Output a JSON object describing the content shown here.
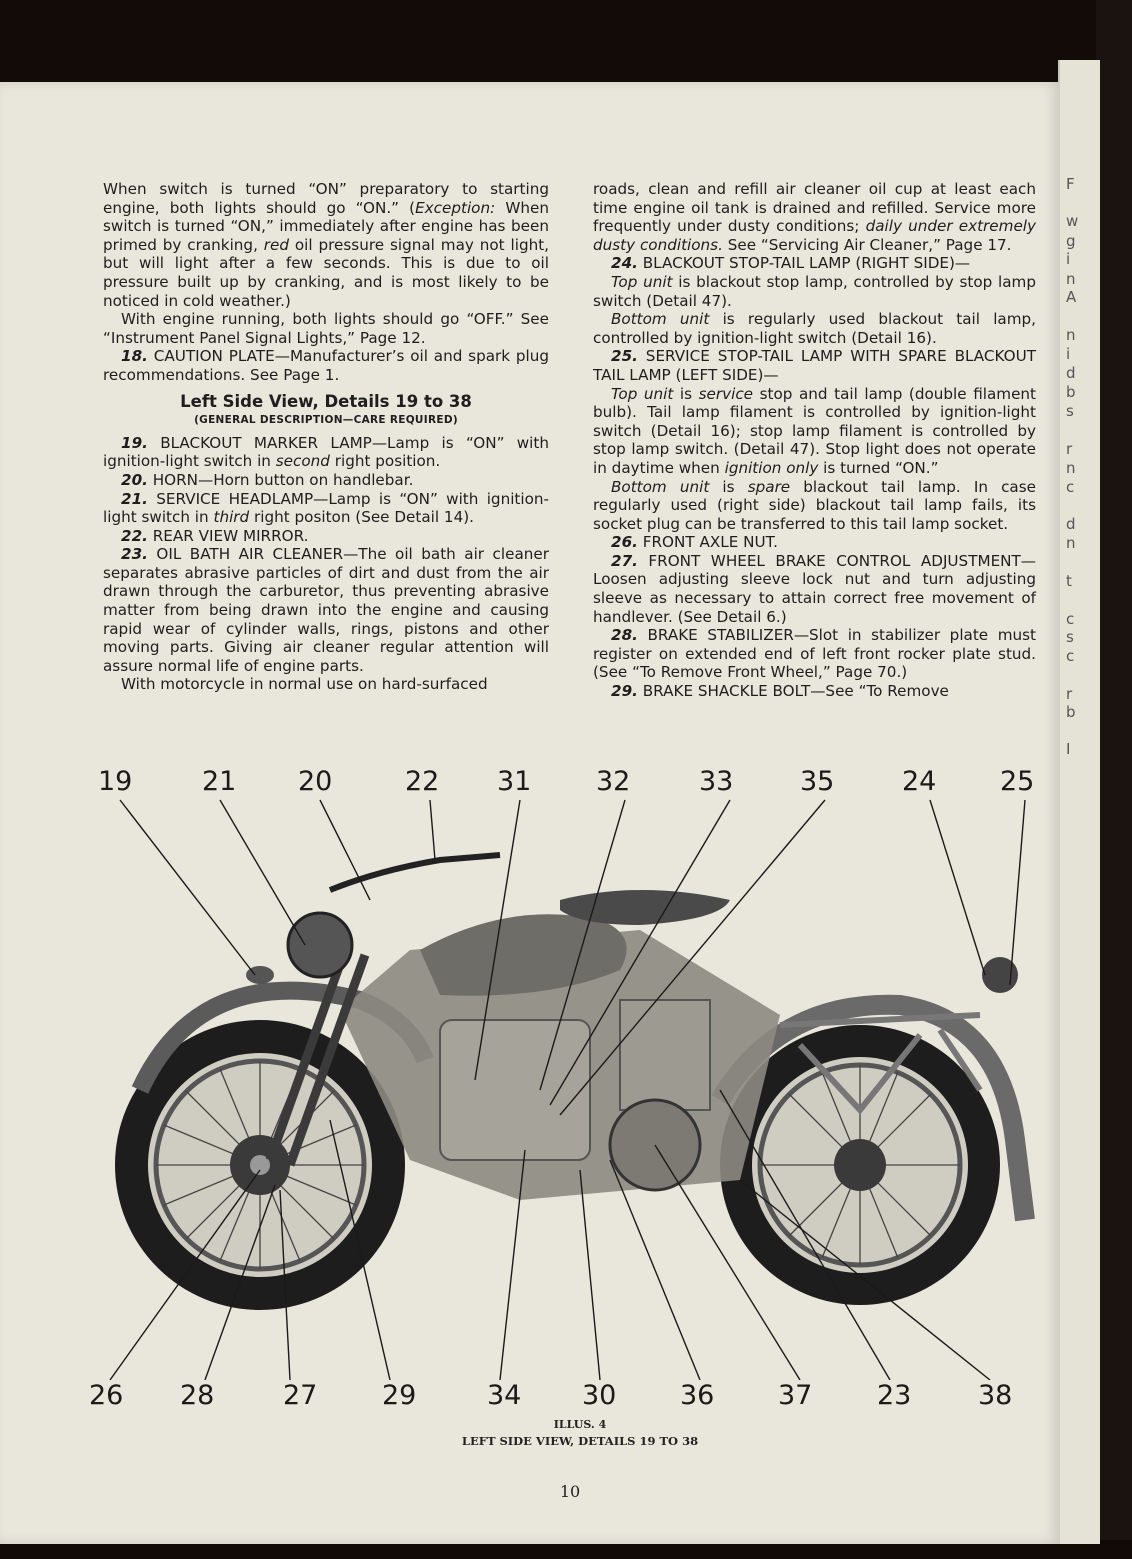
{
  "left_column": {
    "p1": "When switch is turned “ON” preparatory to starting engine, both lights should go “ON.” (",
    "p1_exc": "Exception:",
    "p1b": " When switch is turned “ON,” immediately after engine has been primed by cranking, ",
    "p1_red": "red",
    "p1c": " oil pressure signal may not light, but will light after a few seconds. This is due to oil pressure built up by cranking, and is most likely to be noticed in cold weather.)",
    "p2": "With engine running, both lights should go “OFF.” See “Instrument Panel Signal Lights,” Page 12.",
    "d18_num": "18.",
    "d18": " CAUTION PLATE—Manufacturer’s oil and spark plug recommendations. See Page 1.",
    "heading": "Left Side View, Details 19 to 38",
    "subheading": "(GENERAL DESCRIPTION—CARE REQUIRED)",
    "d19_num": "19.",
    "d19a": " BLACKOUT MARKER LAMP—Lamp is “ON” with ignition-light switch in ",
    "d19_em": "second",
    "d19b": " right position.",
    "d20_num": "20.",
    "d20": " HORN—Horn button on handlebar.",
    "d21_num": "21.",
    "d21a": " SERVICE HEADLAMP—Lamp is “ON” with ignition-light switch in ",
    "d21_em": "third",
    "d21b": " right positon (See Detail 14).",
    "d22_num": "22.",
    "d22": " REAR VIEW MIRROR.",
    "d23_num": "23.",
    "d23": " OIL BATH AIR CLEANER—The oil bath air cleaner separates abrasive particles of dirt and dust from the air drawn through the carburetor, thus preventing abrasive matter from being drawn into the engine and causing rapid wear of cylinder walls, rings, pistons and other moving parts. Giving air cleaner regular attention will assure normal life of engine parts.",
    "p_last": "With motorcycle in normal use on hard-surfaced"
  },
  "right_column": {
    "p1a": "roads, clean and refill air cleaner oil cup at least each time engine oil tank is drained and refilled. Service more frequently under dusty conditions; ",
    "p1_em": "daily under extremely dusty conditions.",
    "p1b": " See “Servicing Air Cleaner,” Page 17.",
    "d24_num": "24.",
    "d24": " BLACKOUT STOP-TAIL LAMP (RIGHT SIDE)—",
    "d24_top_em": "Top unit",
    "d24_top": " is blackout stop lamp, controlled by stop lamp switch (Detail 47).",
    "d24_bot_em": "Bottom unit",
    "d24_bot": " is regularly used blackout tail lamp, controlled by ignition-light switch (Detail 16).",
    "d25_num": "25.",
    "d25": " SERVICE STOP-TAIL LAMP WITH SPARE BLACKOUT TAIL LAMP (LEFT SIDE)—",
    "d25_top_em": "Top unit",
    "d25_top_a": " is ",
    "d25_top_em2": "service",
    "d25_top_b": " stop and tail lamp (double filament bulb). Tail lamp filament is controlled by ignition-light switch (Detail 16); stop lamp filament is controlled by stop lamp switch. (Detail 47). Stop light does not operate in daytime when ",
    "d25_top_em3": "ignition only",
    "d25_top_c": " is turned “ON.”",
    "d25_bot_em": "Bottom unit",
    "d25_bot_a": " is ",
    "d25_bot_em2": "spare",
    "d25_bot_b": " blackout tail lamp. In case regularly used (right side) blackout tail lamp fails, its socket plug can be transferred to this tail lamp socket.",
    "d26_num": "26.",
    "d26": " FRONT AXLE NUT.",
    "d27_num": "27.",
    "d27": " FRONT WHEEL BRAKE CONTROL ADJUSTMENT—Loosen adjusting sleeve lock nut and turn adjusting sleeve as necessary to attain correct free movement of handlever. (See Detail 6.)",
    "d28_num": "28.",
    "d28": " BRAKE STABILIZER—Slot in stabilizer plate must register on extended end of left front rocker plate stud. (See “To Remove Front Wheel,” Page 70.)",
    "d29_num": "29.",
    "d29": " BRAKE SHACKLE BOLT—See “To Remove"
  },
  "callouts_top": [
    "19",
    "21",
    "20",
    "22",
    "31",
    "32",
    "33",
    "35",
    "24",
    "25"
  ],
  "callouts_bottom": [
    "26",
    "28",
    "27",
    "29",
    "34",
    "30",
    "36",
    "37",
    "23",
    "38"
  ],
  "caption": {
    "line1": "ILLUS. 4",
    "line2": "LEFT SIDE VIEW, DETAILS 19 TO 38"
  },
  "page_number": "10",
  "adjacent_page_edge": [
    "F",
    "w",
    "g",
    "i",
    "n",
    "A",
    "n",
    "i",
    "d",
    "b",
    "s",
    "r",
    "n",
    "c",
    "d",
    "n",
    "t",
    "c",
    "s",
    "c",
    "r",
    "b",
    "I"
  ]
}
